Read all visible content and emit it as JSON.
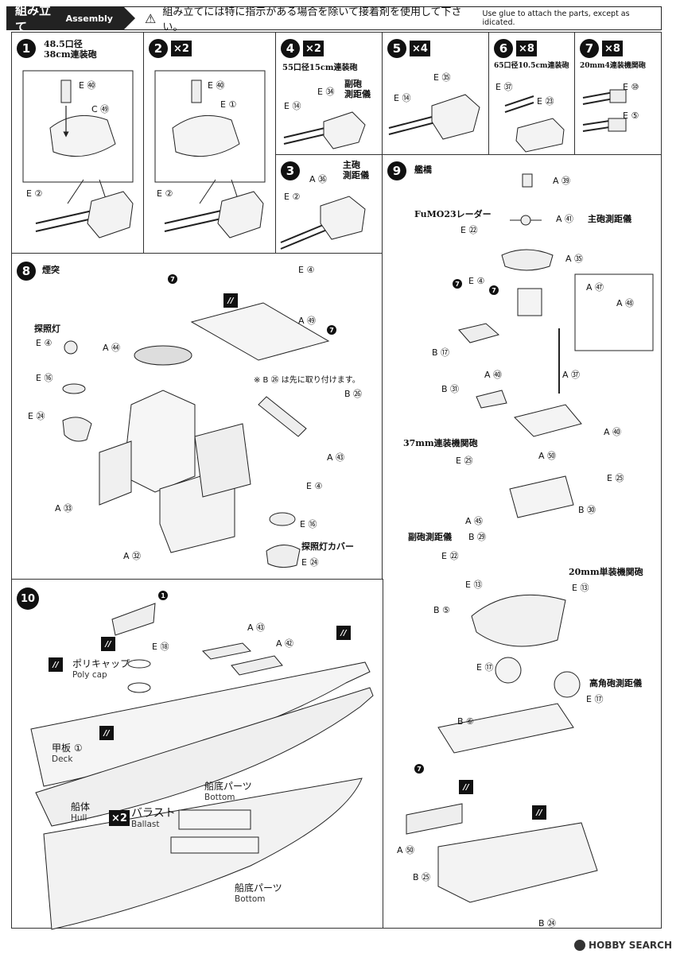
{
  "header": {
    "title_ja": "組み立て",
    "title_en": "Assembly",
    "warning_ja": "組み立てには特に指示がある場合を除いて接着剤を使用して下さい。",
    "warning_en": "Use glue to attach the parts, except as idicated."
  },
  "steps": {
    "s1": {
      "num": "1",
      "note": "48.5口径\n38cm連装砲",
      "labels": [
        "E ㊵",
        "C ㊾",
        "E ②"
      ]
    },
    "s2": {
      "num": "2",
      "mult": "×2",
      "labels": [
        "E ㊵",
        "E ①",
        "E ②"
      ]
    },
    "s3": {
      "num": "3",
      "note": "主砲\n測距儀",
      "labels": [
        "A ㊱",
        "E ②"
      ]
    },
    "s4": {
      "num": "4",
      "mult": "×2",
      "note": "55口径15cm連装砲",
      "note2": "副砲\n測距儀",
      "labels": [
        "E ㉞",
        "E ⑭"
      ]
    },
    "s5": {
      "num": "5",
      "mult": "×4",
      "labels": [
        "E ㉟",
        "E ⑭"
      ]
    },
    "s6": {
      "num": "6",
      "mult": "×8",
      "note": "65口径10.5cm連装砲",
      "labels": [
        "E ㊲",
        "E ㉓"
      ]
    },
    "s7": {
      "num": "7",
      "mult": "×8",
      "note": "20mm4連装機関砲",
      "labels": [
        "E ⑩",
        "E ⑤"
      ]
    },
    "s8": {
      "num": "8",
      "note": "煙突",
      "searchlight": "探照灯",
      "searchlight_cover": "探照灯カバー",
      "pre_note": "※ B ㉖ は先に取り付けます。",
      "labels": [
        "E ④",
        "A ㊾",
        "A ㊹",
        "E ④",
        "E ⑯",
        "E ㉔",
        "B ㉖",
        "A ㊸",
        "A ㉝",
        "A ㉜",
        "E ④",
        "E ⑯",
        "E ㉔"
      ]
    },
    "s9": {
      "num": "9",
      "note": "艦橋",
      "radar": "FuMO23レーダー",
      "main_rf": "主砲測距儀",
      "aa37": "37mm連装機関砲",
      "sec_rf": "副砲測距儀",
      "aa20": "20mm単装機関砲",
      "ha_rf": "高角砲測距儀",
      "labels": [
        "A ㊴",
        "A ㊶",
        "E ㉒",
        "A ㉟",
        "E ④",
        "A ㊼",
        "A ㊽",
        "B ⑰",
        "A ㊲",
        "A ㊵",
        "B ㉛",
        "A ㊵",
        "E ㉕",
        "A ㊿",
        "E ㉕",
        "B ㉚",
        "A ㊺",
        "B ㉙",
        "E ㉒",
        "E ⑬",
        "E ⑬",
        "B ⑤",
        "E ⑰",
        "E ⑰",
        "B ⑥",
        "A ㊿",
        "B ㉕",
        "B ㉔"
      ]
    },
    "s10": {
      "num": "10",
      "polycap_ja": "ポリキャップ",
      "polycap_en": "Poly cap",
      "deck_ja": "甲板",
      "deck_num": "①",
      "deck_en": "Deck",
      "hull_ja": "船体",
      "hull_en": "Hull",
      "ballast_mult": "×2",
      "ballast_ja": "バラスト",
      "ballast_en": "Ballast",
      "bottom_ja": "船底パーツ",
      "bottom_en": "Bottom",
      "labels": [
        "E ⑱",
        "A ㊸",
        "A ㊷"
      ]
    }
  },
  "footer": {
    "brand": "HOBBY SEARCH"
  }
}
